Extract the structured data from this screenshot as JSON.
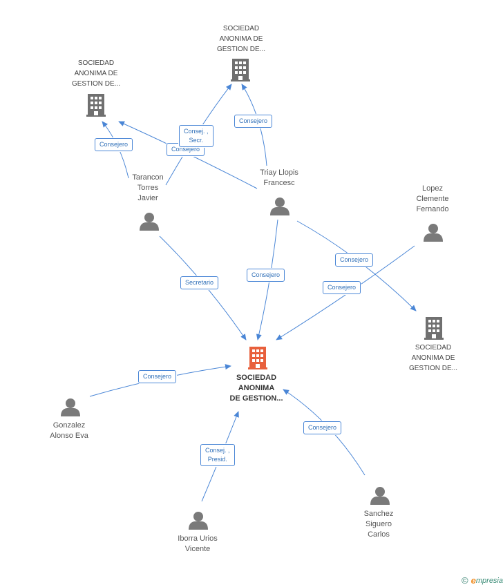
{
  "colors": {
    "edge": "#4a86d6",
    "person": "#7a7a7a",
    "company": "#707070",
    "center": "#e8603c"
  },
  "nodes": {
    "center": {
      "label": "SOCIEDAD\nANONIMA\nDE GESTION..."
    },
    "company_top": {
      "label": "SOCIEDAD\nANONIMA DE\nGESTION DE..."
    },
    "company_left": {
      "label": "SOCIEDAD\nANONIMA DE\nGESTION DE..."
    },
    "company_right": {
      "label": "SOCIEDAD\nANONIMA DE\nGESTION DE..."
    },
    "tarancon": {
      "label": "Tarancon\nTorres\nJavier"
    },
    "triay": {
      "label": "Triay Llopis\nFrancesc"
    },
    "lopez": {
      "label": "Lopez\nClemente\nFernando"
    },
    "gonzalez": {
      "label": "Gonzalez\nAlonso Eva"
    },
    "iborra": {
      "label": "Iborra Urios\nVicente"
    },
    "sanchez": {
      "label": "Sanchez\nSiguero\nCarlos"
    }
  },
  "edges": {
    "tarancon_left": "Consejero",
    "triay_left": "Consejero",
    "tarancon_top": "Consej. ,\nSecr.",
    "triay_top": "Consejero",
    "tarancon_center": "Secretario",
    "triay_center": "Consejero",
    "triay_right": "Consejero",
    "lopez_center": "Consejero",
    "gonzalez_center": "Consejero",
    "iborra_center": "Consej. ,\nPresid.",
    "sanchez_center": "Consejero"
  },
  "footer": {
    "copyright": "©",
    "brand_initial": "e",
    "brand_rest": "mpresia"
  }
}
